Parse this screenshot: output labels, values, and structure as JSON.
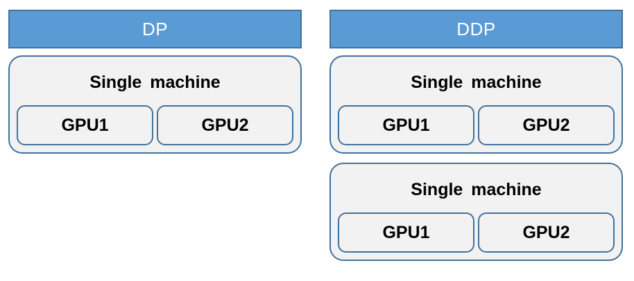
{
  "colors": {
    "header_fill": "#5B9BD5",
    "header_border": "#41719C",
    "header_text": "#FFFFFF",
    "box_fill": "#F2F2F2",
    "box_border": "#41719C",
    "label_text": "#000000"
  },
  "diagram": {
    "columns": [
      {
        "id": "dp",
        "header": "DP",
        "machines": [
          {
            "title": "Single machine",
            "gpus": [
              "GPU1",
              "GPU2"
            ]
          }
        ]
      },
      {
        "id": "ddp",
        "header": "DDP",
        "machines": [
          {
            "title": "Single machine",
            "gpus": [
              "GPU1",
              "GPU2"
            ]
          },
          {
            "title": "Single machine",
            "gpus": [
              "GPU1",
              "GPU2"
            ]
          }
        ]
      }
    ]
  }
}
